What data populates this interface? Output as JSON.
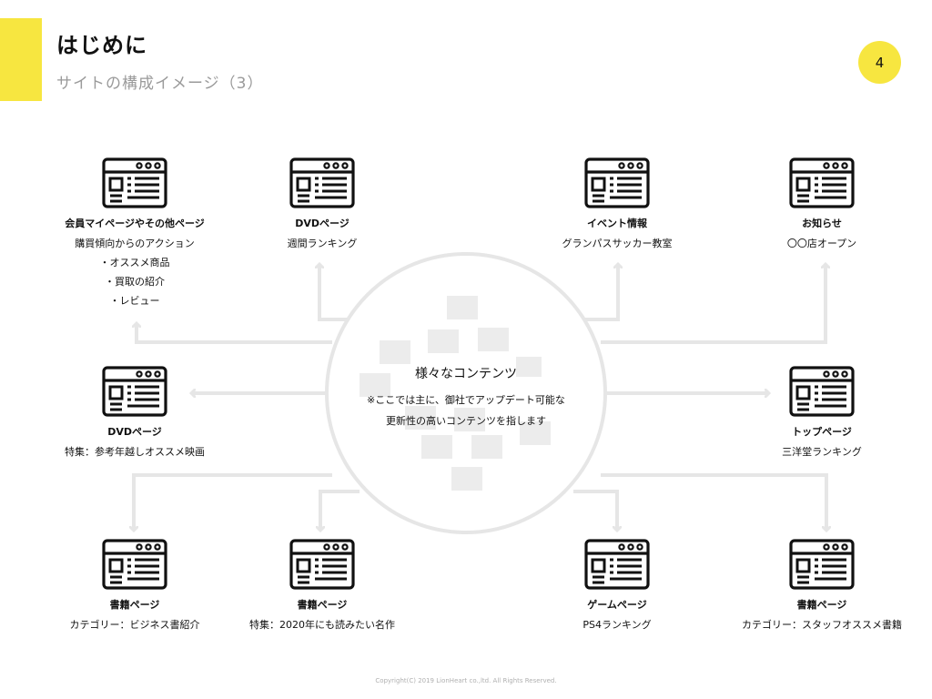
{
  "header": {
    "title": "はじめに",
    "subtitle": "サイトの構成イメージ（3）",
    "page_number": "4",
    "accent_color": "#f7e640"
  },
  "center": {
    "title": "様々なコンテンツ",
    "description_lines": [
      "※ここでは主に、御社でアップデート可能な",
      "更新性の高いコンテンツを指します"
    ]
  },
  "nodes": {
    "top_left": {
      "icon": "browser-window-icon",
      "title": "会員マイページやその他ページ",
      "lines": [
        "購買傾向からのアクション",
        "・オススメ商品",
        "・買取の紹介",
        "・レビュー"
      ]
    },
    "top_mid_left": {
      "icon": "browser-window-icon",
      "title": "DVDページ",
      "lines": [
        "週間ランキング"
      ]
    },
    "top_mid_right": {
      "icon": "browser-window-icon",
      "title": "イベント情報",
      "lines": [
        "グランパスサッカー教室"
      ]
    },
    "top_right": {
      "icon": "browser-window-icon",
      "title": "お知らせ",
      "lines": [
        "〇〇店オープン"
      ]
    },
    "middle_left": {
      "icon": "browser-window-icon",
      "title": "DVDページ",
      "lines": [
        "特集：参考年越しオススメ映画"
      ]
    },
    "middle_right": {
      "icon": "browser-window-icon",
      "title": "トップページ",
      "lines": [
        "三洋堂ランキング"
      ]
    },
    "bottom_left": {
      "icon": "browser-window-icon",
      "title": "書籍ページ",
      "lines": [
        "カテゴリー：ビジネス書紹介"
      ]
    },
    "bottom_mid_left": {
      "icon": "browser-window-icon",
      "title": "書籍ページ",
      "lines": [
        "特集：2020年にも読みたい名作"
      ]
    },
    "bottom_mid_right": {
      "icon": "browser-window-icon",
      "title": "ゲームページ",
      "lines": [
        "PS4ランキング"
      ]
    },
    "bottom_right": {
      "icon": "browser-window-icon",
      "title": "書籍ページ",
      "lines": [
        "カテゴリー：スタッフオススメ書籍"
      ]
    }
  },
  "footer": {
    "copyright": "Copyright(C) 2019 LionHeart co.,ltd. All Rights Reserved."
  }
}
